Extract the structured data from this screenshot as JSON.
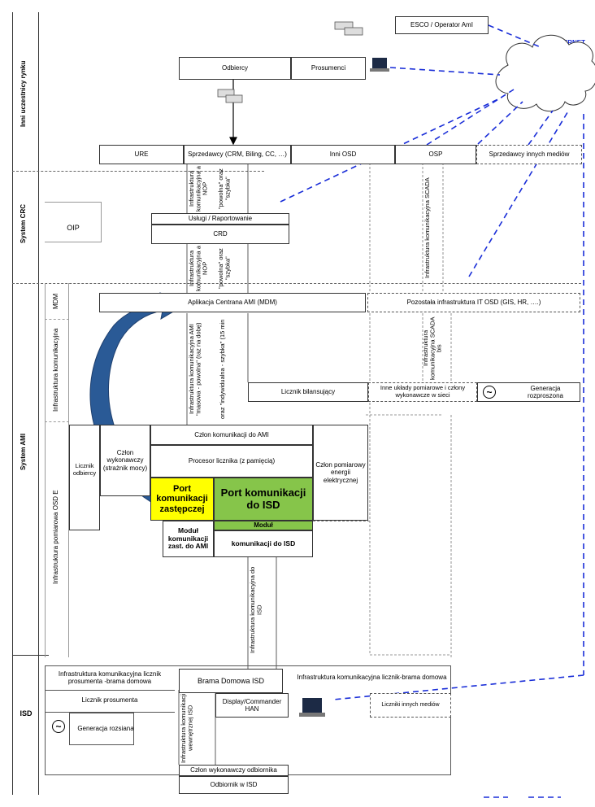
{
  "sections": {
    "inni": "Inni uczestnicy rynku",
    "crc": "System CRC",
    "ami": "System AMI",
    "isd": "ISD",
    "mdm": "MDM",
    "infra_kom": "Infrastruktura komunikacyjna",
    "infra_pom": "Infrastruktura pomiarowa OSD E"
  },
  "nodes": {
    "esco": "ESCO / Operator AmI",
    "internet": "INTERNET",
    "odbiorcy": "Odbiercy",
    "prosumenci": "Prosumenci",
    "ure": "URE",
    "sprzedawcy": "Sprzedawcy      (CRM, Biling, CC, …)",
    "inni_osd": "Inni OSD",
    "osp": "OSP",
    "sprzedawcy_innych": "Sprzedawcy innych mediów",
    "oip": "OIP",
    "uslugi": "Usługi / Raportowanie",
    "crd": "CRD",
    "aplikacja": "Aplikacja Centrana AMI (MDM)",
    "pozostala": "Pozostała infrastruktura IT OSD (GIS, HR, ….)",
    "licznik_bil": "Licznik bilansujący",
    "inne_uklady": "Inne układy pomiarowe i człony wykonawcze w sieci",
    "generacja_roz": "Generacja rozproszona",
    "tilde": "~",
    "czlon_kom": "Człon komunikacji do AMI",
    "procesor": "Procesor licznika (z pamięcią)",
    "czlon_wyk": "Człon wykonawczy (strażnik mocy)",
    "czlon_pom": "Człon pomiarowy energii elektrycznej",
    "licznik_odb": "Licznik odbiercy",
    "port_zast": "Port komunikacji zastępczej",
    "port_isd": "Port komunikacji do ISD",
    "modul_zast": "Moduł komunikacji zast. do AMI",
    "modul_label": "Moduł",
    "modul_isd": "komunikacji do ISD",
    "infra_lic_pros": "Infrastruktura komunikacyjna licznik prosumenta -brama domowa",
    "brama": "Brama Domowa ISD",
    "infra_lic_brama": "Infrastruktura komunikacyjna licznik-brama domowa",
    "licznik_pros": "Licznik prosumenta",
    "generacja_rozs": "Generacja rozsiana",
    "display": "Display/Commander HAN",
    "liczniki_innych": "Liczniki innych mediów",
    "czlon_odb": "Człon wykonawczy odbiornika",
    "odbiornik": "Odbiornik w ISD"
  },
  "vertical": {
    "nop1": "Infrastruktura komunikacyjna a NOP",
    "powolna1": "\"powolna\" oraz \"szybka\"",
    "scada1": "Infrastruktura komunikacyjna SCADA",
    "nop2": "Infrastruktura komunikacyjna a NOP",
    "powolna2": "\"powolna\" oraz \"szybka\"",
    "ami_masowa": "Infrastruktura komunikacyjna AMI \"masowa - powolna\" (raz na dobę)",
    "oraz_ind": "oraz \"indywidualna - szybka\" (15 min",
    "scada_bis": "Infrastruktura komunikacyjna SCADA bis",
    "isd_kom": "Infrastruktura komunikacyjna do ISD",
    "isd_wew": "Infrastruktura komunikacji wewnętrznej ISD"
  },
  "colors": {
    "yellow": "#ffff00",
    "green": "#86c54a",
    "blue_arrow": "#2a5a96",
    "dash_blue": "#1a2ed8",
    "internet_text": "#1a2ed8"
  }
}
